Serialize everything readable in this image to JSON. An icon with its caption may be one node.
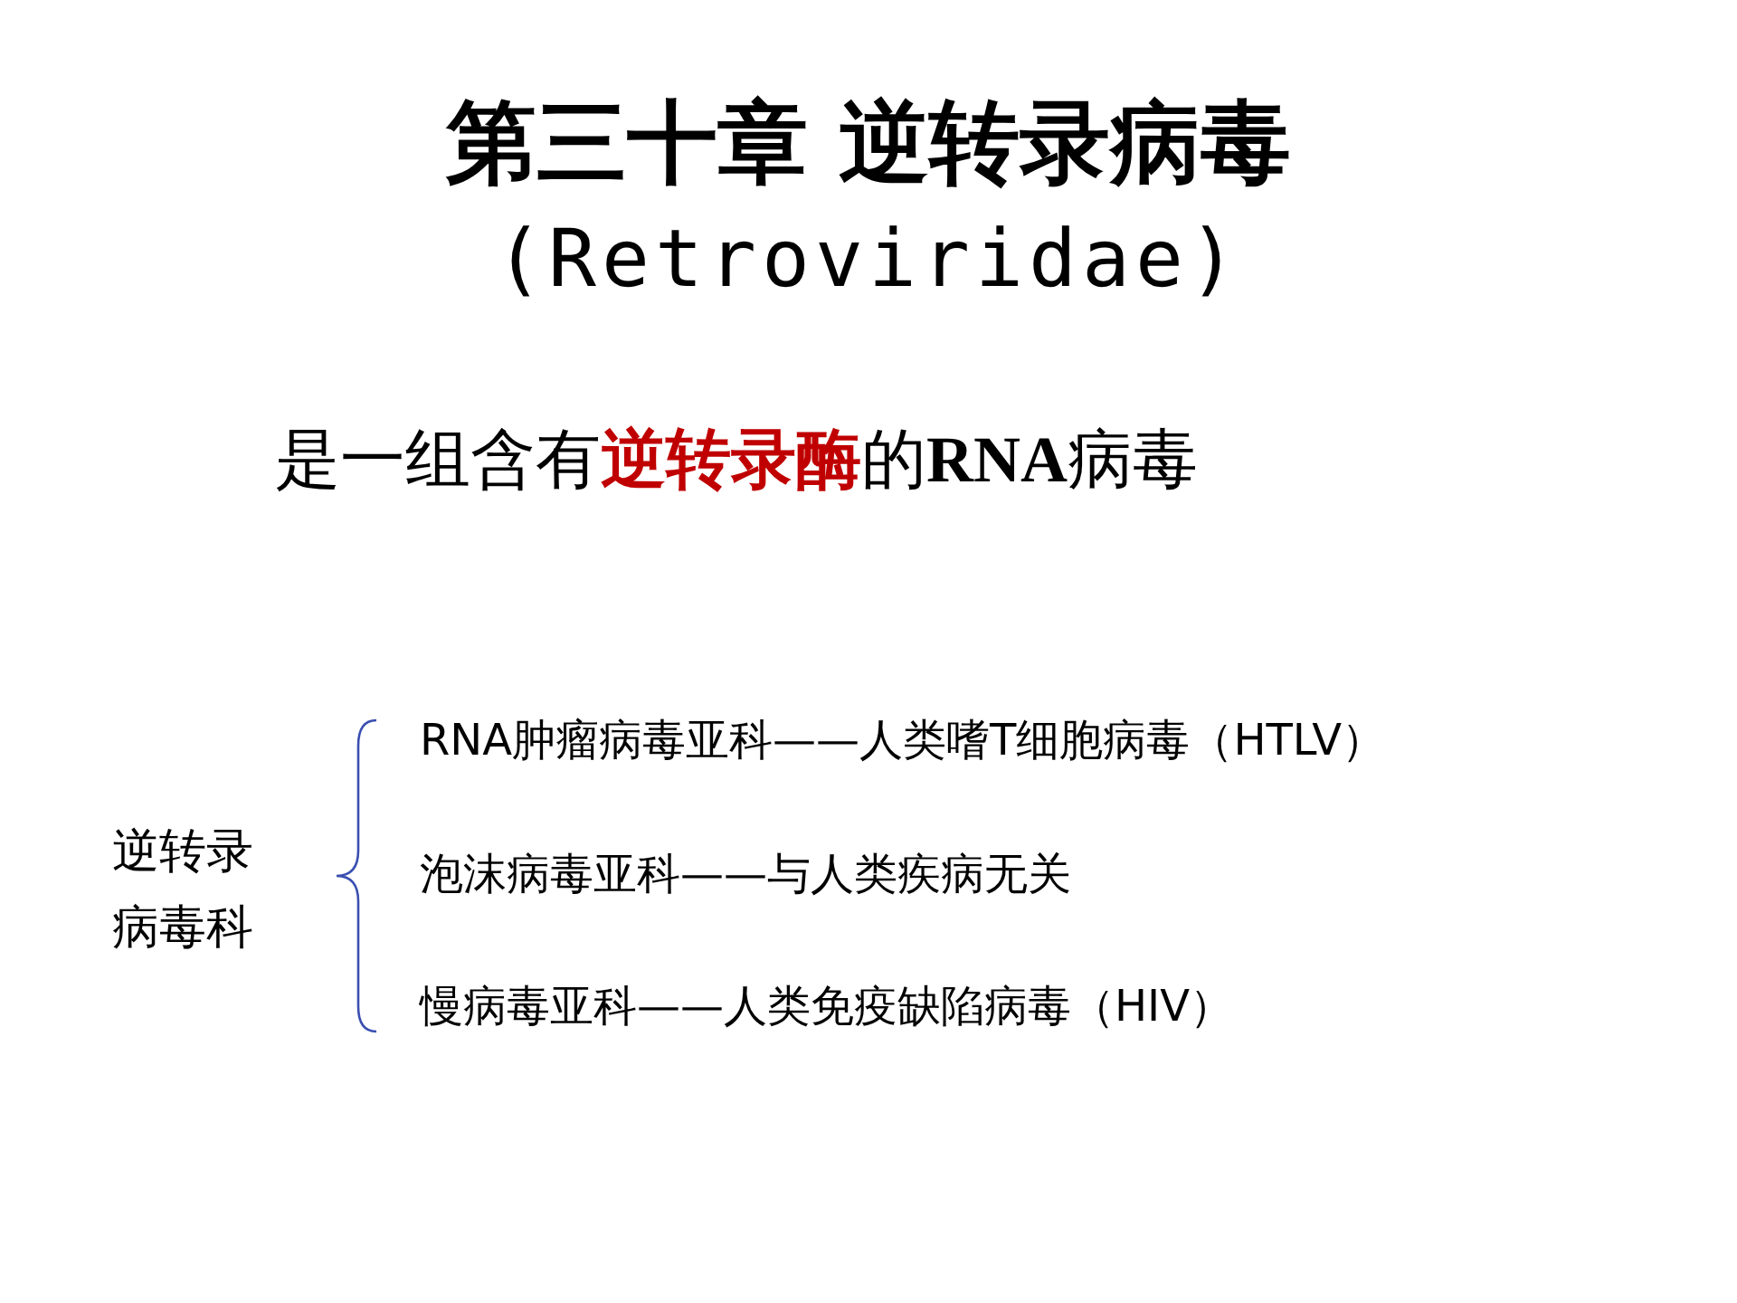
{
  "diagram": {
    "title": "第三十章 逆转录病毒 (Retroviridae)",
    "labels": [
      "是一组含有**逆转录酶**的**RNA**病毒",
      "逆转录病毒科",
      "RNA肿瘤病毒亚科——人类嗜T细胞病毒（HTLV）",
      "泡沫病毒亚科——与人类疾病无关",
      "慢病毒亚科——人类免疫缺陷病毒（HIV）"
    ]
  }
}
